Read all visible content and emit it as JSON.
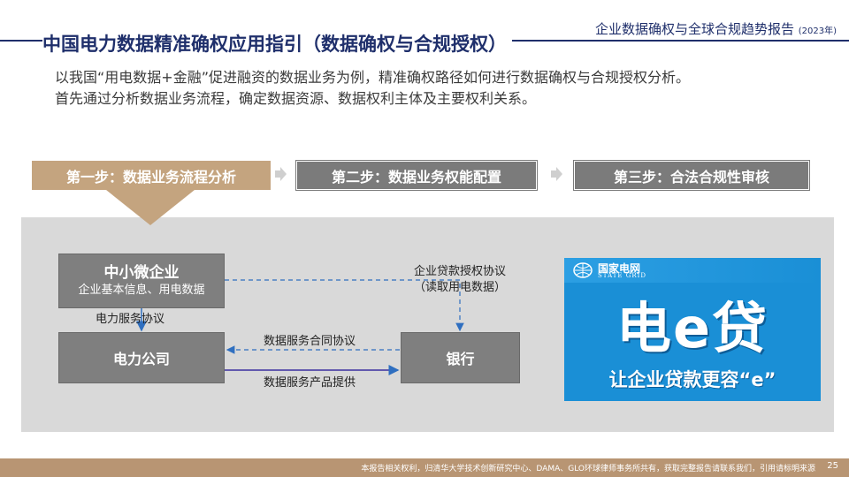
{
  "header": {
    "report_title": "企业数据确权与全球合规趋势报告",
    "report_year": "(2023年)",
    "page_title": "中国电力数据精准确权应用指引（数据确权与合规授权）"
  },
  "intro": {
    "line1": "以我国“用电数据+金融”促进融资的数据业务为例，精准确权路径如何进行数据确权与合规授权分析。",
    "line2": "首先通过分析数据业务流程，确定数据资源、数据权利主体及主要权利关系。"
  },
  "steps": [
    {
      "label": "第一步：数据业务流程分析",
      "active": true
    },
    {
      "label": "第二步：数据业务权能配置",
      "active": false
    },
    {
      "label": "第三步：合法合规性审核",
      "active": false
    }
  ],
  "diagram": {
    "sme_title": "中小微企业",
    "sme_sub": "企业基本信息、用电数据",
    "power_company": "电力公司",
    "bank": "银行",
    "label_power_service": "电力服务协议",
    "label_loan_auth_1": "企业贷款授权协议",
    "label_loan_auth_2": "（读取用电数据）",
    "label_service_contract": "数据服务合同协议",
    "label_product": "数据服务产品提供"
  },
  "logo": {
    "org_cn": "国家电网",
    "org_en": "STATE GRID",
    "product": "电e贷",
    "slogan": "让企业贷款更容“e”"
  },
  "footer": {
    "text": "本报告相关权利，归清华大学技术创新研究中心、DAMA、GLO环球律师事务所共有，获取完整报告请联系我们，引用请标明来源",
    "page": "25"
  },
  "colors": {
    "title_navy": "#1f2f6b",
    "step_active": "#c4a47f",
    "step_inactive": "#7b7b7b",
    "arrow_blue": "#2f6fc0",
    "footer_tan": "#b89573"
  }
}
